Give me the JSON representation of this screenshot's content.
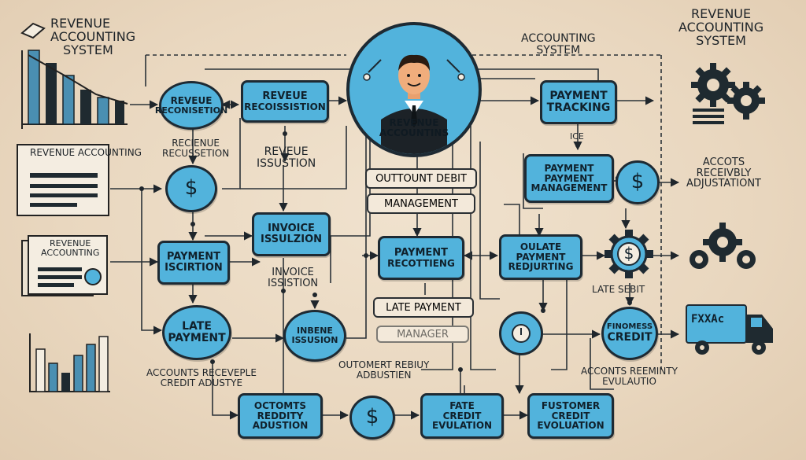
{
  "title_left": [
    "REVENUE",
    "ACCOUNTING",
    "SYSTEM"
  ],
  "title_right": [
    "REVENUE",
    "ACCOUNTING",
    "SYSTEM"
  ],
  "top_accounting_label": [
    "ACCOUNTING",
    "SYSTEM"
  ],
  "hub_label": [
    "REVENUE",
    "ACCOUNTINS"
  ],
  "doc_revenue_accounting_1": "REVENUE ACCOUNTING",
  "doc_revenue_accounting_2": [
    "REVENUE",
    "ACCOUNTING"
  ],
  "labels": {
    "recienue_recussetion": [
      "RECIENUE",
      "RECUSSETION"
    ],
    "reveue_issustion": [
      "REVEUE",
      "ISSUSTION"
    ],
    "invoice_issistion": [
      "INVOICE",
      "ISSISTION"
    ],
    "accounts_receivable": [
      "ACCOUNTS RECEVEPLE",
      "CREDIT ADUSTYE"
    ],
    "outomert_rebiuy": [
      "OUTOMERT REBIUY",
      "ADBUSTIEN"
    ],
    "ice": "ICE",
    "late_sebit": "LATE SEBIT",
    "accots_receivbly": [
      "ACCOTS",
      "RECEIVBLY",
      "ADJUSTATIONT"
    ],
    "accots_reeminty": [
      "ACCONTS REEMINTY",
      "EVULAUTIO"
    ]
  },
  "pills": {
    "outtount_debit": "OUTTOUNT DEBIT",
    "management": "MANAGEMENT",
    "late_payment": "LATE PAYMENT",
    "manager": "MANAGER"
  },
  "nodes": {
    "reveue_reconisetion": [
      "REVEUE",
      "RECONISETION"
    ],
    "reveue_recoissistion": [
      "REVEUE",
      "RECOISSISTION"
    ],
    "dollar_1": "$",
    "invoice_issulzion": [
      "INVOICE",
      "ISSULZION"
    ],
    "payment_iscirtion": [
      "PAYMENT",
      "ISCIRTION"
    ],
    "late_payment": [
      "LATE",
      "PAYMENT"
    ],
    "inbene_issusion": [
      "INBENE",
      "ISSUSION"
    ],
    "octomts_reddity": [
      "OCTOMTS",
      "REDDITY",
      "ADUSTION"
    ],
    "dollar_2": "$",
    "fate_credit": [
      "FATE",
      "CREDIT",
      "EVULATION"
    ],
    "fustomer_credit": [
      "FUSTOMER",
      "CREDIT",
      "EVOLUATION"
    ],
    "payment_recottieng": [
      "PAYMENT",
      "RECOTTIENG"
    ],
    "oulate_payment": [
      "OULATE",
      "PAYMENT",
      "REDJURTING"
    ],
    "payment_tracking": [
      "PAYMENT",
      "TRACKING"
    ],
    "payment_management": [
      "PAYMENT",
      "PAYMENT",
      "MANAGEMENT"
    ],
    "dollar_3": "$",
    "dollar_gear": "$",
    "finoness_credit": [
      "FINOMESS",
      "CREDIT"
    ]
  },
  "truck_text": "FXXAc",
  "colors": {
    "node_fill": "#52b3dc",
    "outline": "#1e2a33",
    "background": "#ead9c2"
  }
}
